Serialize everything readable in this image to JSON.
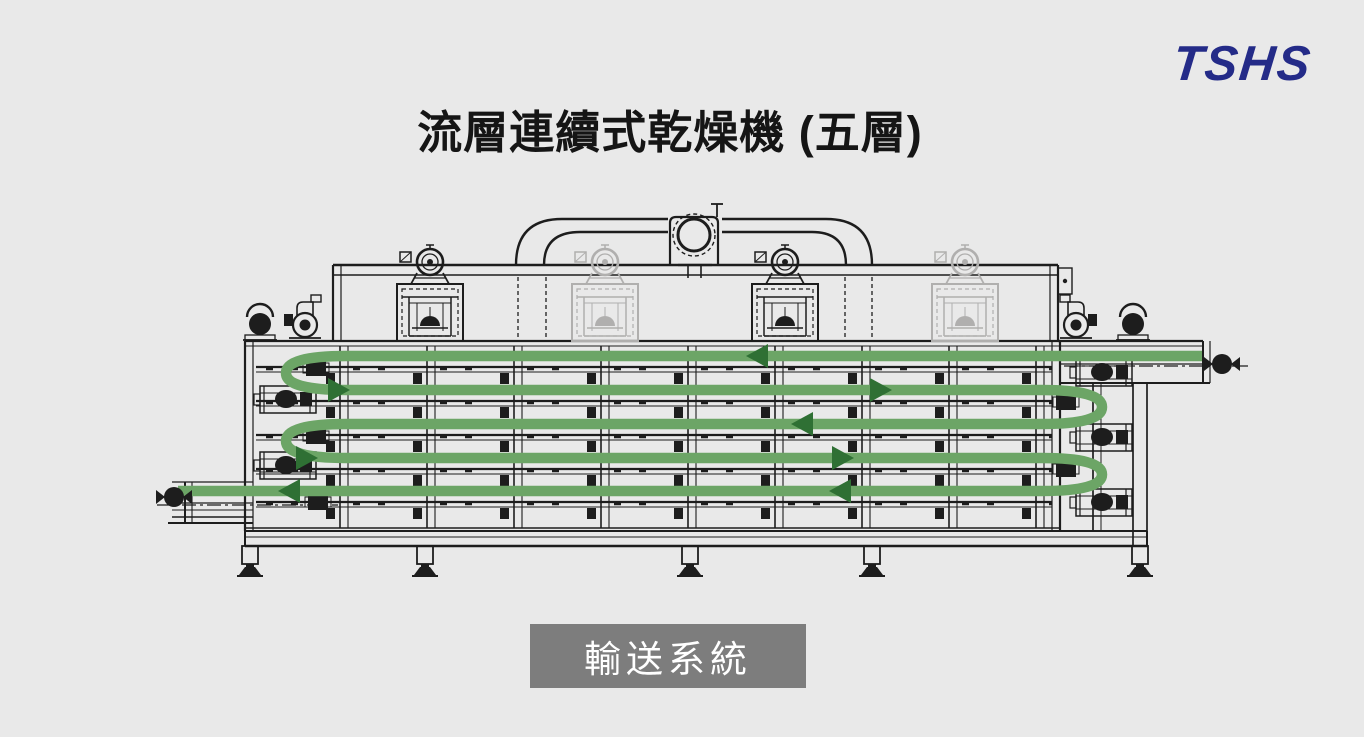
{
  "header": {
    "logo_text": "TSHS",
    "title": "流層連續式乾燥機 (五層)"
  },
  "caption": {
    "label": "輸送系統"
  },
  "diagram": {
    "subject": "five-layer continuous fluidized-bed dryer, side elevation drawing",
    "layer_count": 5,
    "flow": {
      "pattern": "serpentine",
      "entry": "top right infeed conveyor",
      "exit": "bottom left outfeed conveyor",
      "arrow_directions_by_layer": [
        "left",
        "right",
        "left",
        "right",
        "left"
      ]
    }
  },
  "theme": {
    "--bg": "#e9e9e9",
    "--line": "#1d1d1d",
    "--ghost": "#b0afae",
    "--flow": "#6ca566",
    "--arrow": "#2f7034",
    "--navy": "#242b88",
    "--caption-bg": "#7d7d7d",
    "--caption-fg": "#ffffff"
  }
}
